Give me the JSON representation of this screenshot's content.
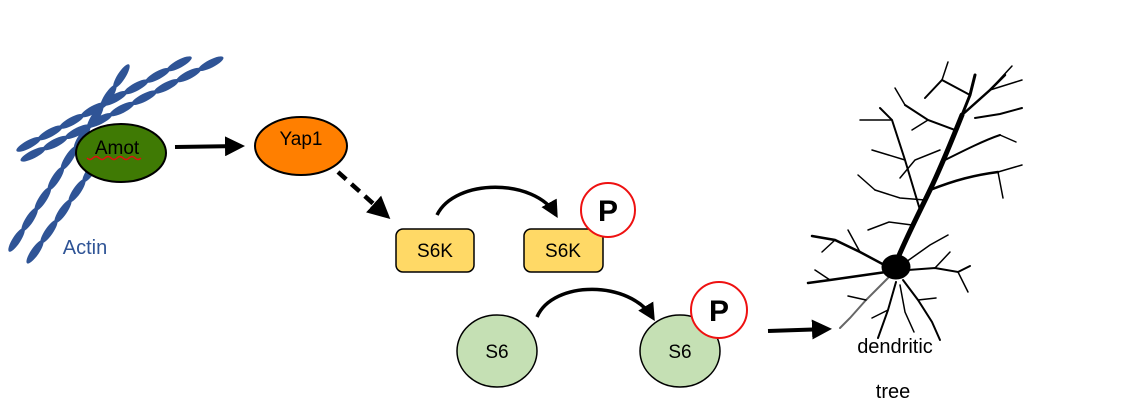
{
  "colors": {
    "actin": "#2f5496",
    "amot": "#3f7a04",
    "yap1": "#ff7f00",
    "s6k": "#ffd966",
    "s6": "#c5e0b4",
    "phospho_ring": "#ee1111",
    "arrow": "#000000"
  },
  "labels": {
    "amot": "Amot",
    "actin": "Actin",
    "yap1": "Yap1",
    "s6k": "S6K",
    "s6k_p": "S6K",
    "phospho_top": "P",
    "s6": "S6",
    "s6_p": "S6",
    "phospho_bottom": "P",
    "dendritic": "dendritic",
    "tree": "tree"
  }
}
